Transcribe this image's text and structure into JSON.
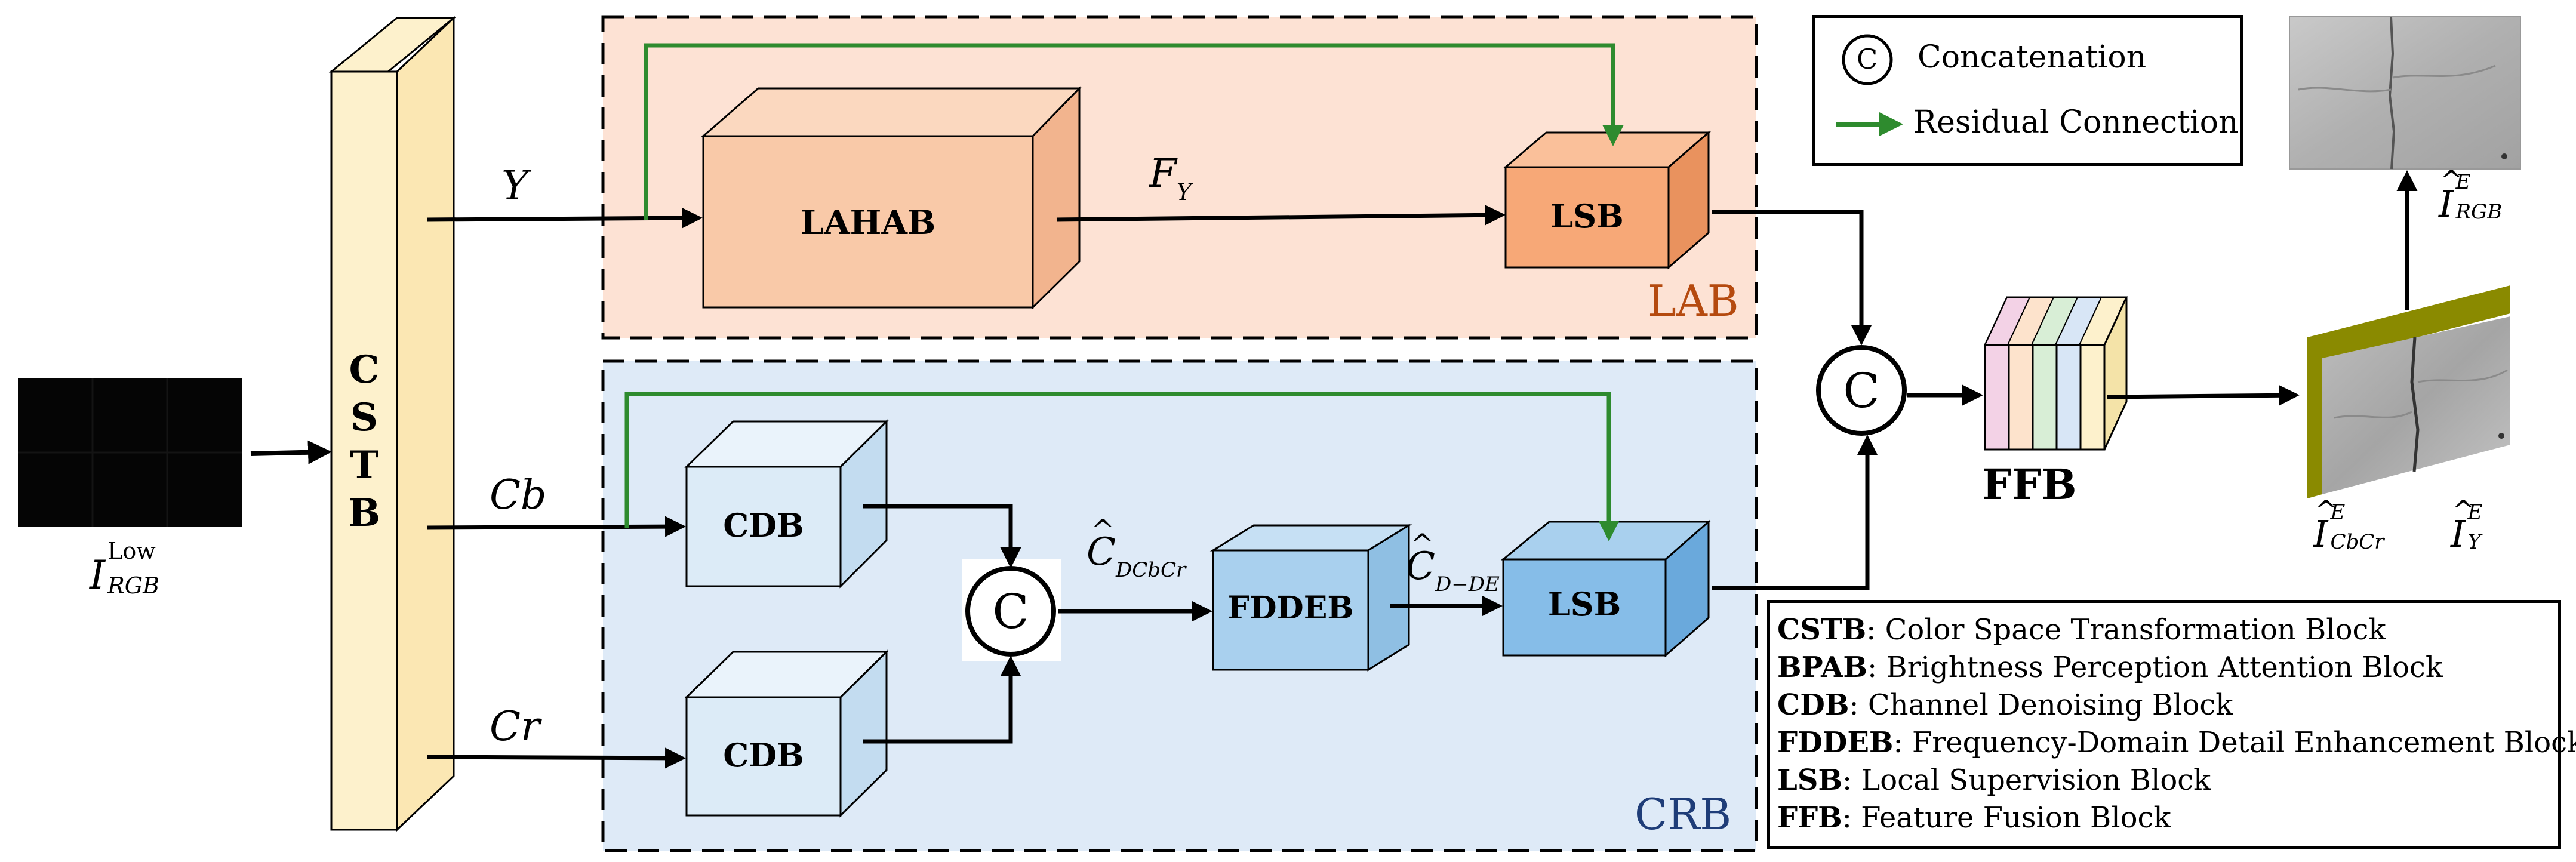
{
  "input_label": {
    "base": "I",
    "sup": "Low",
    "sub": "RGB"
  },
  "cstb_letters": [
    "C",
    "S",
    "T",
    "B"
  ],
  "channels": {
    "y": "Y",
    "cb": "Cb",
    "cr": "Cr"
  },
  "lab": {
    "region_label": "LAB",
    "lahab": "LAHAB",
    "lsb": "LSB",
    "feature": {
      "base": "F",
      "sub": "Y"
    }
  },
  "crb": {
    "region_label": "CRB",
    "cdb_top": "CDB",
    "cdb_bottom": "CDB",
    "fddeb": "FDDEB",
    "lsb": "LSB",
    "concat_symbol": "C",
    "feat_concat": {
      "base": "C",
      "sub": "DCbCr"
    },
    "feat_dde": {
      "base": "C",
      "sub": "D−DE"
    }
  },
  "fusion": {
    "concat_symbol": "C",
    "ffb": "FFB"
  },
  "outputs": {
    "rgb": {
      "base": "I",
      "sup": "E",
      "sub": "RGB"
    },
    "cbcr": {
      "base": "I",
      "sup": "E",
      "sub": "CbCr"
    },
    "y": {
      "base": "I",
      "sup": "E",
      "sub": "Y"
    }
  },
  "key": {
    "concat_symbol": "C",
    "concat_label": "Concatenation",
    "residual_label": "Residual Connection"
  },
  "abbreviations": [
    {
      "abbr": "CSTB",
      "desc": ": Color Space Transformation Block"
    },
    {
      "abbr": "BPAB",
      "desc": ": Brightness Perception Attention Block"
    },
    {
      "abbr": "CDB",
      "desc": ": Channel Denoising Block"
    },
    {
      "abbr": "FDDEB",
      "desc": ": Frequency-Domain Detail Enhancement Block"
    },
    {
      "abbr": "LSB",
      "desc": ": Local Supervision Block"
    },
    {
      "abbr": "FFB",
      "desc": ": Feature Fusion Block"
    }
  ],
  "colors": {
    "cstb_fill": "#fdf1cc",
    "lab_region": "#fde2d4",
    "crb_region": "#deeaf7",
    "lahab_fill": "#f9c9a8",
    "lsb_lab_fill": "#f7a877",
    "cdb_fill": "#dcebf7",
    "fddeb_fill": "#a9d0ee",
    "lsb_crb_fill": "#86bde8",
    "residual": "#2e8b2e",
    "lab_text": "#b54a0f",
    "crb_text": "#1f3d78",
    "olive": "#8a8a00"
  }
}
